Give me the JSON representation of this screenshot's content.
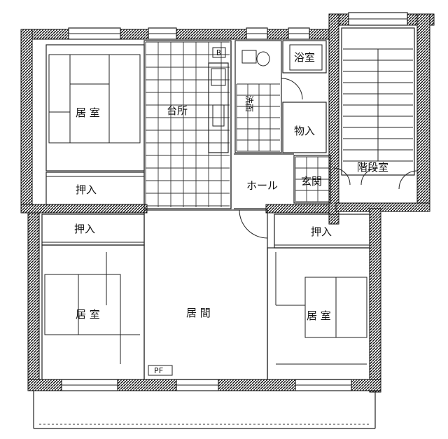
{
  "rooms": {
    "bedroom_top_left": "居 室",
    "kitchen": "台所",
    "bath": "浴室",
    "washroom": "洗面",
    "storage": "物入",
    "stairwell": "階段室",
    "hall": "ホール",
    "entrance": "玄関",
    "closet_top_left": "押入",
    "closet_mid_left": "押入",
    "closet_mid_right": "押入",
    "bedroom_bottom_left": "居 室",
    "living": "居 間",
    "bedroom_bottom_right": "居 室"
  },
  "fixtures": {
    "boiler_tag": "B",
    "balcony_tag": "PF"
  }
}
